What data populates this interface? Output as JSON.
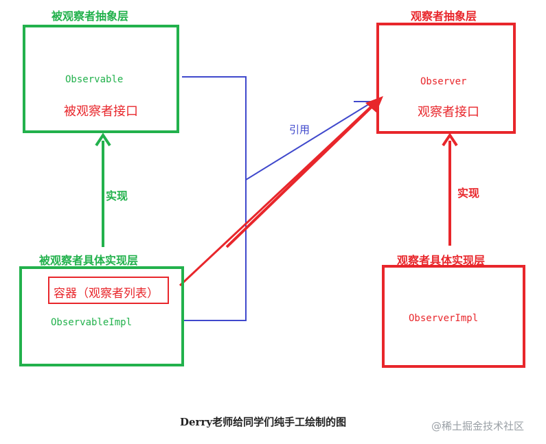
{
  "left_top": {
    "layer_title": "被观察者抽象层",
    "class_name": "Observable",
    "description": "被观察者接口"
  },
  "right_top": {
    "layer_title": "观察者抽象层",
    "class_name": "Observer",
    "description": "观察者接口"
  },
  "left_bottom": {
    "layer_title": "被观察者具体实现层",
    "container_label": "容器（观察者列表）",
    "class_name": "ObservableImpl"
  },
  "right_bottom": {
    "layer_title": "观察者具体实现层",
    "class_name": "ObserverImpl"
  },
  "edges": {
    "left_implements": "实现",
    "right_implements": "实现",
    "reference": "引用"
  },
  "caption": "Derry老师给同学们纯手工绘制的图",
  "watermark": "@稀土掘金技术社区",
  "colors": {
    "green": "#22b14c",
    "red": "#e8262b",
    "blue": "#3f48cc"
  }
}
